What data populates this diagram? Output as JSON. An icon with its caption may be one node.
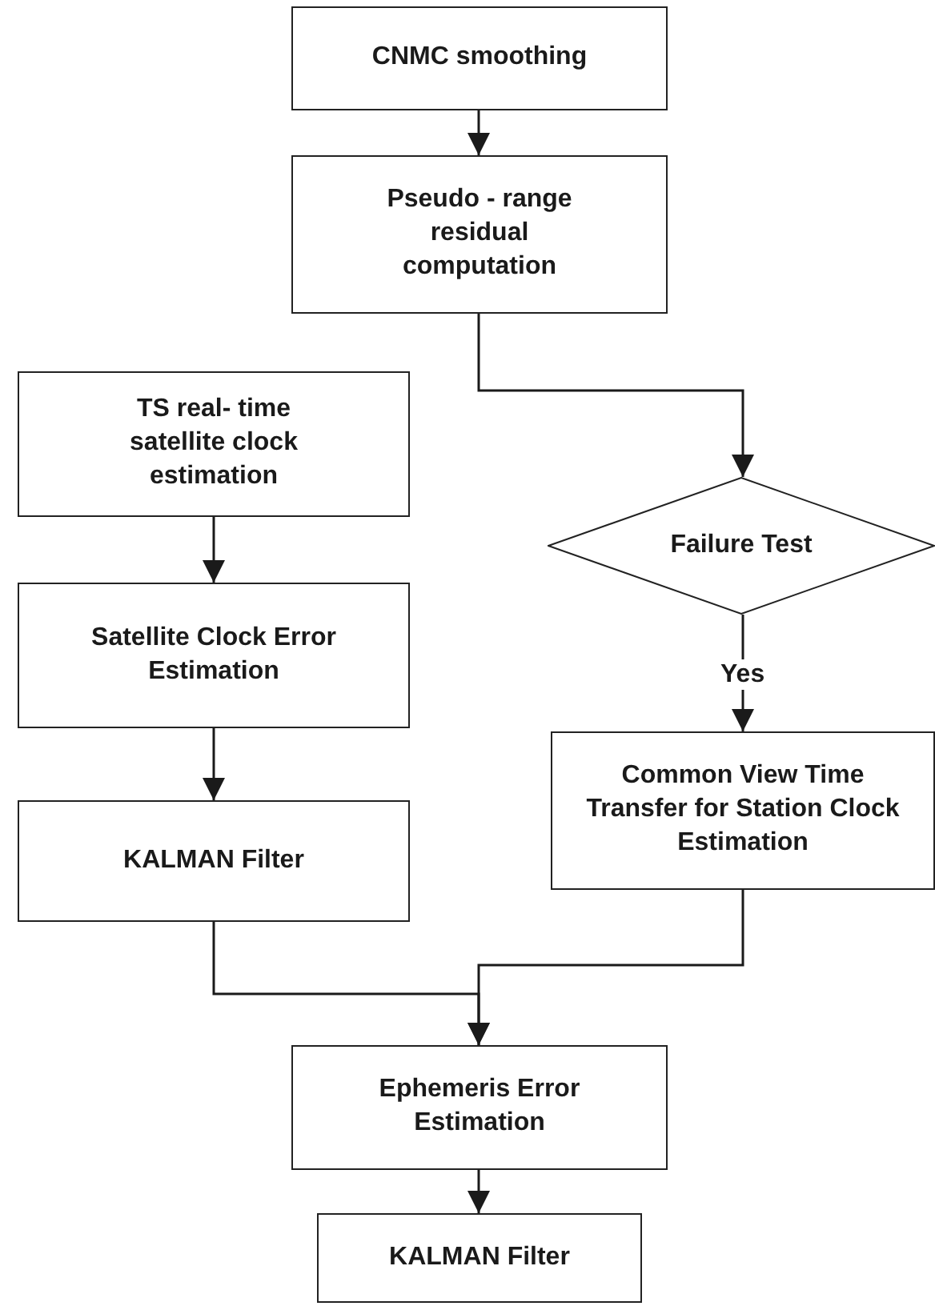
{
  "diagram": {
    "nodes": [
      {
        "text": [
          "CNMC smoothing"
        ]
      },
      {
        "text": [
          "Pseudo - range residual computation"
        ]
      },
      {
        "text": [
          "TS real- time satellite clock estimation"
        ]
      },
      {
        "text": [
          "Satellite Clock Error Estimation"
        ]
      },
      {
        "text": [
          "KALMAN Filter"
        ]
      },
      {
        "text": [
          "Failure Test"
        ]
      },
      {
        "text": [
          "Common View Time Transfer for Station Clock Estimation"
        ]
      },
      {
        "text": [
          "Ephemeris Error Estimation"
        ]
      },
      {
        "text": [
          "KALMAN Filter"
        ]
      }
    ],
    "edges": [
      {
        "from": 0,
        "to": 1,
        "arrow": "to"
      },
      {
        "from": 1,
        "to": 5,
        "arrow": "to"
      },
      {
        "from": 2,
        "to": 3,
        "arrow": "to"
      },
      {
        "from": 3,
        "to": 4,
        "arrow": "to"
      },
      {
        "from": 5,
        "to": 6,
        "label": "Yes",
        "arrow": "to"
      },
      {
        "from": 4,
        "to": 7,
        "arrow": "to"
      },
      {
        "from": 6,
        "to": 7,
        "arrow": "to"
      },
      {
        "from": 7,
        "to": 8,
        "arrow": "to"
      }
    ]
  }
}
